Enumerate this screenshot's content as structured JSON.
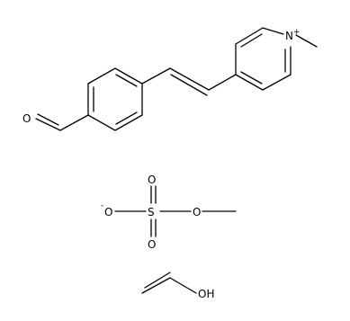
{
  "molecules": [
    {
      "id": "stilbazolium-cation",
      "atoms": {
        "oxygen": "O",
        "nitrogen": "N",
        "nitrogen_charge": "+"
      }
    },
    {
      "id": "methyl-sulfate-anion",
      "atoms": {
        "o_anion_charge": "-",
        "o_anion": "O",
        "sulfur": "S",
        "o_top": "O",
        "o_bottom": "O",
        "o_ester": "O"
      }
    },
    {
      "id": "vinyl-alcohol",
      "atoms": {
        "hydroxyl": "OH"
      }
    }
  ],
  "colors": {
    "bond": "#000000",
    "label": "#000000",
    "background": "#ffffff"
  }
}
